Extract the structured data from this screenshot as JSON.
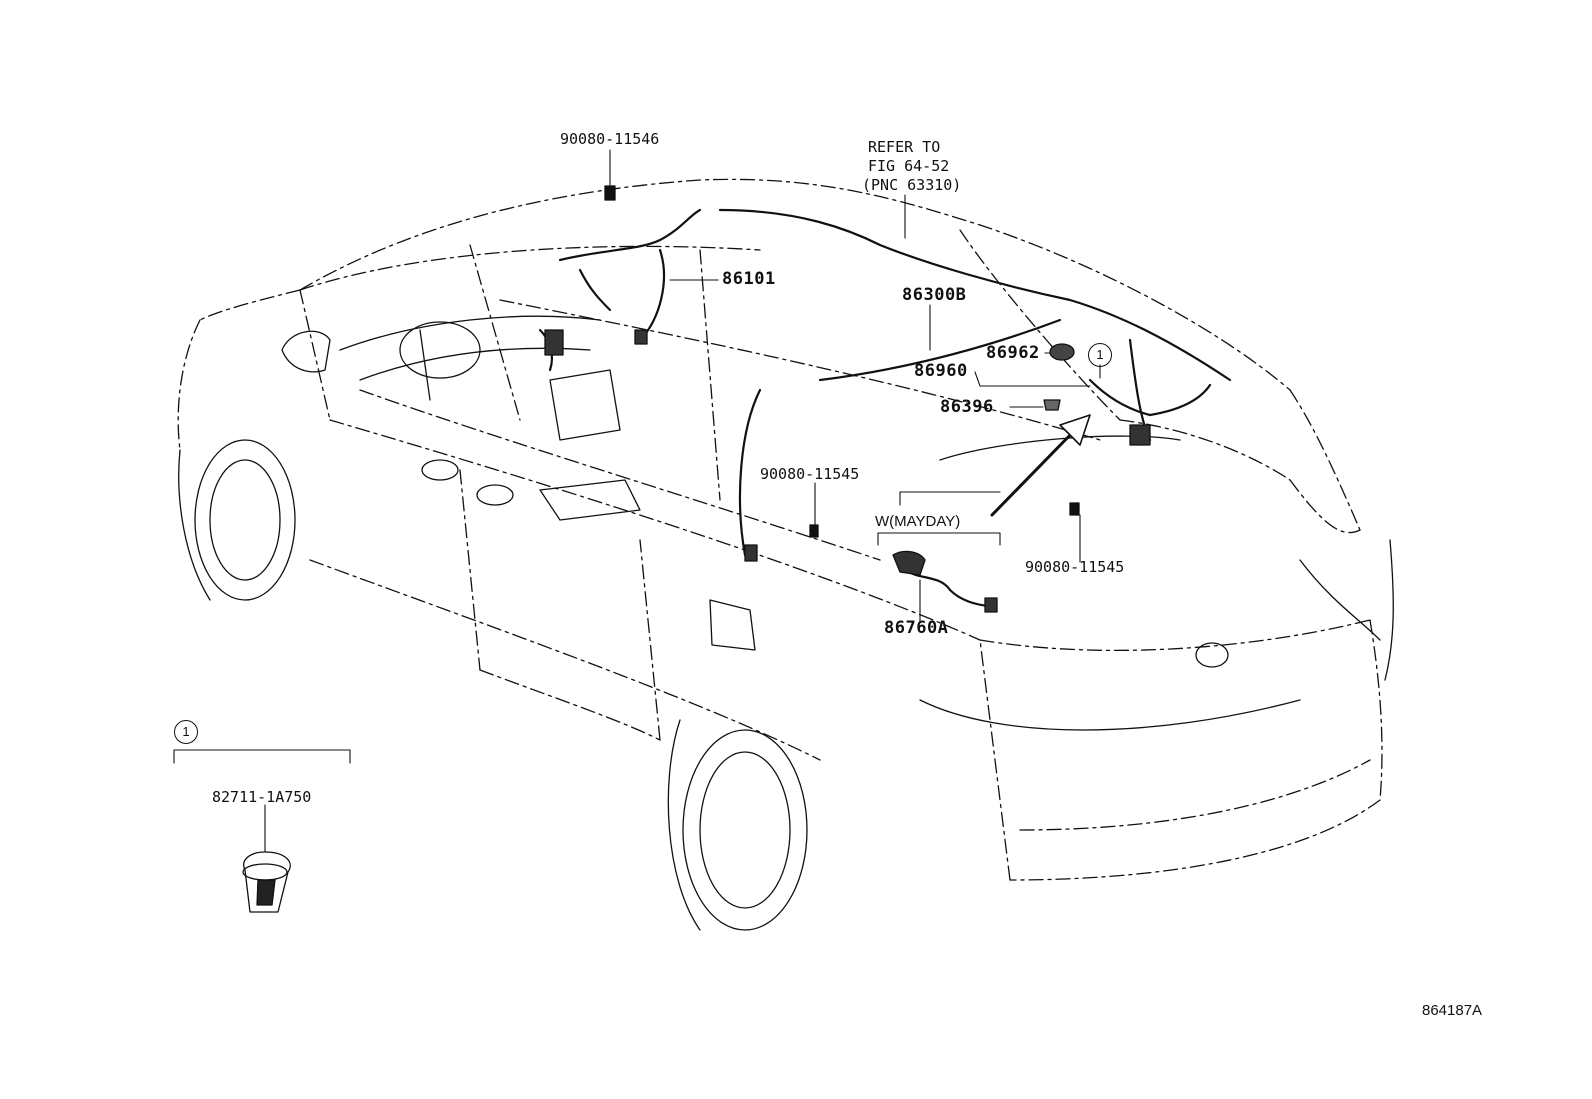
{
  "labels": {
    "bolt_top": "90080-11546",
    "refer_line1": "REFER TO",
    "refer_line2": "FIG 64-52",
    "refer_line3": "(PNC 63310)",
    "harness_front": "86101",
    "harness_roof": "86300B",
    "part_86962": "86962",
    "part_86960": "86960",
    "part_86396": "86396",
    "bolt_mid": "90080-11545",
    "mayday": "W(MAYDAY)",
    "bolt_right": "90080-11545",
    "mayday_harness": "86760A",
    "callout_ref": "1",
    "detail_callout": "1",
    "detail_part": "82711-1A750",
    "figure_id": "864187A"
  }
}
